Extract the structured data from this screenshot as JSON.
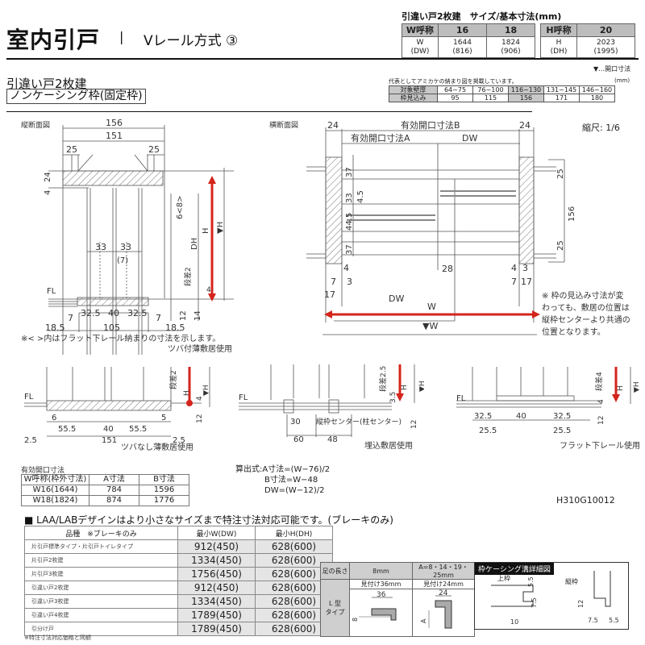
{
  "header": {
    "title": "室内引戸",
    "separator": "|",
    "subtitle": "Vレール方式 ③"
  },
  "size_table": {
    "caption": "引違い戸2枚建　サイズ/基本寸法(mm)",
    "w_header": "W呼称",
    "w_cols": [
      "16",
      "18"
    ],
    "w_label": "W",
    "w_label2": "(DW)",
    "w_values": [
      "1644",
      "1824"
    ],
    "w_dw": [
      "(816)",
      "(906)"
    ],
    "h_header": "H呼称",
    "h_cols": [
      "20"
    ],
    "h_label": "H",
    "h_label2": "(DH)",
    "h_values": [
      "2023"
    ],
    "h_dh": [
      "(1995)"
    ]
  },
  "section": {
    "title": "引違い戸2枚建",
    "frame_type": "ノンケーシング枠(固定枠)",
    "open_legend": "▼…開口寸法"
  },
  "wall_table": {
    "caption": "代表としてアミカケの納まり図を掲載しています。",
    "unit": "(mm)",
    "row1_label": "対象壁厚",
    "row1": [
      "64~75",
      "76~100",
      "116~130",
      "131~145",
      "146~160"
    ],
    "row2_label": "枠見込み",
    "row2": [
      "95",
      "115",
      "156",
      "171",
      "180"
    ],
    "highlight_index": 2
  },
  "vertical_section": {
    "label": "縦断面図",
    "dims": {
      "top_total": "156",
      "top_inner": "151",
      "left_25": "25",
      "right_25": "25",
      "h24": "24",
      "h4": "4",
      "h6_8": "6<8>",
      "dh": "DH",
      "h": "H",
      "h_open": "▼H",
      "door33a": "33",
      "door33b": "33",
      "gap7": "(7)",
      "step": "段差2",
      "four": "4",
      "fl": "FL",
      "d12": "12",
      "d14": "14",
      "b32a": "32.5",
      "b40": "40",
      "b32b": "32.5",
      "b18a": "18.5",
      "b7a": "7",
      "b105": "105",
      "b7b": "7",
      "b18b": "18.5"
    },
    "note": "※< >内はフラット下レール納まりの寸法を示します。",
    "caption": "ツバ付薄敷居使用"
  },
  "horizontal_section": {
    "label": "横断面図",
    "scale": "縮尺: 1/6",
    "dims": {
      "left24": "24",
      "right24": "24",
      "open_b": "有効開口寸法B",
      "open_a": "有効開口寸法A",
      "dw_top": "DW",
      "r25a": "25",
      "r156": "156",
      "r25b": "25",
      "d37a": "37",
      "d33": "33",
      "d45": "4.5",
      "d445": "44.5",
      "d37b": "37",
      "d28": "28",
      "l4": "4",
      "l7": "7",
      "l3": "3",
      "l17": "17",
      "r4": "4",
      "r3": "3",
      "r7": "7",
      "r17": "17",
      "dw_bottom": "DW",
      "w": "W",
      "w_open": "▼W"
    },
    "note": "※ 枠の見込み寸法が変わっても、敷居の位置は縦枠センターより共通の位置となります。"
  },
  "threshold_details": [
    {
      "caption": "ツバなし薄敷居使用",
      "fl": "FL",
      "step": "段差2",
      "h4": "4",
      "h12": "12",
      "h": "H",
      "h_open": "▼H",
      "dims": [
        "6",
        "55.5",
        "40",
        "55.5",
        "5",
        "2.5",
        "151",
        "2.5"
      ]
    },
    {
      "caption": "埋込敷居使用",
      "fl": "FL",
      "step": "段差2.5",
      "h35": "3.5",
      "h12": "12",
      "h": "H",
      "h_open": "▼H",
      "center_note": "縦枠センター(柱センター)",
      "dims": [
        "30",
        "60",
        "48"
      ]
    },
    {
      "caption": "フラット下レール使用",
      "fl": "FL",
      "step": "段差4",
      "h4": "4",
      "h12": "12",
      "h": "H",
      "h_open": "▼H",
      "dims": [
        "32.5",
        "40",
        "32.5",
        "25.5",
        "25.5"
      ]
    }
  ],
  "opening_table": {
    "title": "有効開口寸法",
    "headers": [
      "W呼称(枠外寸法)",
      "A寸法",
      "B寸法"
    ],
    "rows": [
      [
        "W16(1644)",
        "784",
        "1596"
      ],
      [
        "W18(1824)",
        "874",
        "1776"
      ]
    ]
  },
  "formulas": {
    "line1": "算出式:A寸法=(W−76)/2",
    "line2": "B寸法=W−48",
    "line3": "DW=(W−12)/2"
  },
  "product_code": "H310G10012",
  "laa": {
    "title": "■ LAA/LABデザインはより小さなサイズまで特注寸法対応可能です。(ブレーキのみ)",
    "headers": [
      "品種　※ブレーキのみ",
      "最小W(DW)",
      "最小H(DH)"
    ],
    "rows": [
      [
        "片引戸標準タイプ・片引戸トイレタイプ",
        "912(450)",
        "628(600)"
      ],
      [
        "片引戸2枚建",
        "1334(450)",
        "628(600)"
      ],
      [
        "片引戸3枚建",
        "1756(450)",
        "628(600)"
      ],
      [
        "引違い戸2枚建",
        "912(450)",
        "628(600)"
      ],
      [
        "引違い戸3枚建",
        "1334(450)",
        "628(600)"
      ],
      [
        "引違い戸4枚建",
        "1789(450)",
        "628(600)"
      ],
      [
        "引分け戸",
        "1789(450)",
        "628(600)"
      ]
    ],
    "footnote": "※特注寸法対応価格と同額"
  },
  "foot_detail": {
    "leg_label": "足の長さ",
    "col1": "8mm",
    "col2": "A=8・14・19・25mm",
    "mitsuke1": "見付け36mm",
    "mitsuke2": "見付け24mm",
    "type_label": "L 型\nタイプ",
    "type_l1": "L 型",
    "type_l2": "タイプ",
    "d36": "36",
    "d8": "8",
    "d24": "24",
    "dA": "A"
  },
  "casing_detail": {
    "title": "枠ケーシング溝詳細図",
    "upper": "上枠",
    "vertical": "縦枠",
    "u55": "5.5",
    "u75": "7.5",
    "u10": "10",
    "v12": "12",
    "v75": "7.5",
    "v55": "5.5"
  },
  "colors": {
    "accent_red": "#d4241c",
    "header_gray": "#bdbdbd",
    "line": "#555555"
  }
}
